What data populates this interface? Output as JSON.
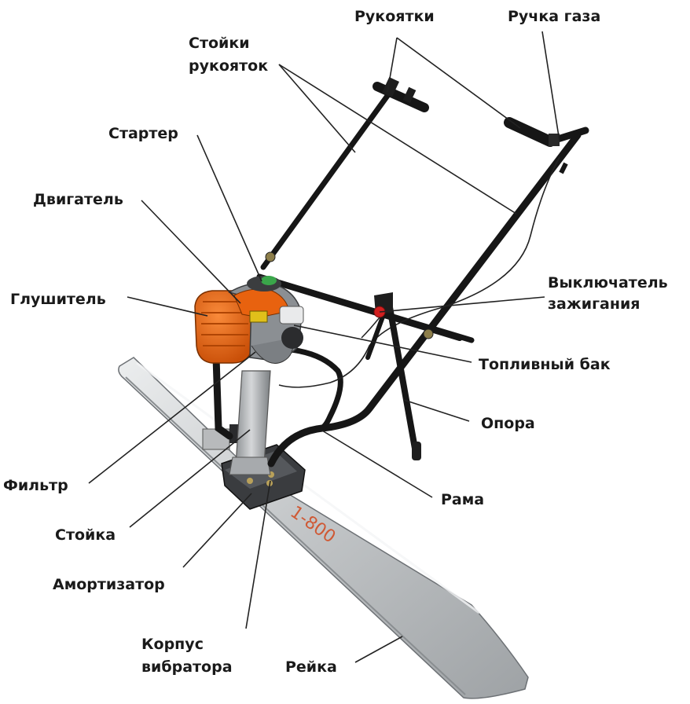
{
  "labels": {
    "rukoyatki": "Рукоятки",
    "ruchka_gaza": "Ручка газа",
    "stoiki_l1": "Стойки",
    "stoiki_l2": "рукояток",
    "starter": "Стартер",
    "dvigatel": "Двигатель",
    "glushitel": "Глушитель",
    "vykl_l1": "Выключатель",
    "vykl_l2": "зажигания",
    "toplivny_bak": "Топливный бак",
    "opora": "Опора",
    "filtr": "Фильтр",
    "rama": "Рама",
    "stoika": "Стойка",
    "amortizator": "Амортизатор",
    "korpus_l1": "Корпус",
    "korpus_l2": "вибратора",
    "reika": "Рейка"
  },
  "blade_marking": "1-800",
  "colors": {
    "engine_orange": "#e8620f",
    "frame_black": "#161616",
    "blade_silver": "#c9cbcd",
    "switch_red": "#d22020"
  }
}
